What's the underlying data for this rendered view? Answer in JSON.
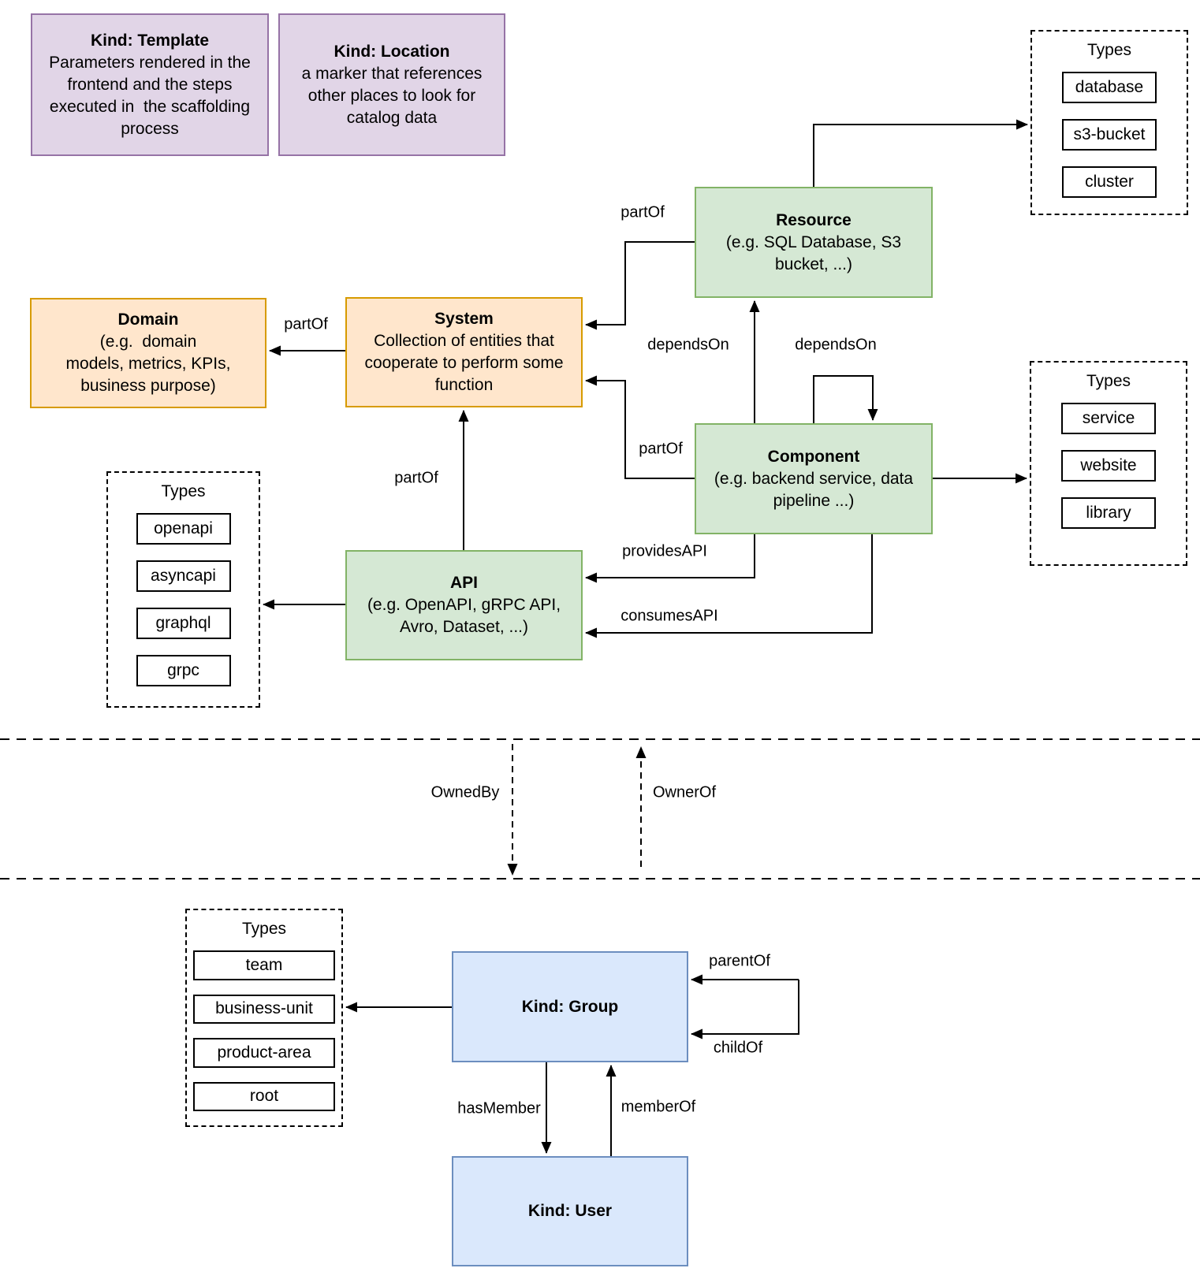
{
  "diagram": {
    "nodes": {
      "template": {
        "title": "Kind: Template",
        "body": "Parameters rendered in the\nfrontend and the steps\nexecuted in  the scaffolding\nprocess"
      },
      "location": {
        "title": "Kind: Location",
        "body": "a marker that references\nother places to look for\ncatalog data"
      },
      "resource": {
        "title": "Resource",
        "body": "(e.g. SQL Database, S3\nbucket, ...)"
      },
      "domain": {
        "title": "Domain",
        "body": "(e.g.  domain\nmodels, metrics, KPIs,\nbusiness purpose)"
      },
      "system": {
        "title": "System",
        "body": "Collection of entities that\ncooperate to perform some\nfunction"
      },
      "component": {
        "title": "Component",
        "body": "(e.g. backend service, data\npipeline ...)"
      },
      "api": {
        "title": "API",
        "body": "(e.g. OpenAPI, gRPC API,\nAvro, Dataset, ...)"
      },
      "group": {
        "title": "Kind: Group"
      },
      "user": {
        "title": "Kind: User"
      }
    },
    "type_panels": {
      "resource_types": {
        "title": "Types",
        "items": [
          "database",
          "s3-bucket",
          "cluster"
        ]
      },
      "component_types": {
        "title": "Types",
        "items": [
          "service",
          "website",
          "library"
        ]
      },
      "api_types": {
        "title": "Types",
        "items": [
          "openapi",
          "asyncapi",
          "graphql",
          "grpc"
        ]
      },
      "group_types": {
        "title": "Types",
        "items": [
          "team",
          "business-unit",
          "product-area",
          "root"
        ]
      }
    },
    "edge_labels": {
      "system_domain_partof": "partOf",
      "resource_system_partof": "partOf",
      "component_system_partof": "partOf",
      "api_system_partof": "partOf",
      "component_resource_dependson": "dependsOn",
      "component_component_dependson": "dependsOn",
      "provides_api": "providesAPI",
      "consumes_api": "consumesAPI",
      "owned_by": "OwnedBy",
      "owner_of": "OwnerOf",
      "parent_of": "parentOf",
      "child_of": "childOf",
      "has_member": "hasMember",
      "member_of": "memberOf"
    },
    "colors": {
      "purple_fill": "#e1d5e7",
      "purple_stroke": "#9673a6",
      "orange_fill": "#ffe6cc",
      "orange_stroke": "#d79b00",
      "green_fill": "#d5e8d4",
      "green_stroke": "#82b366",
      "blue_fill": "#dae8fc",
      "blue_stroke": "#6c8ebf",
      "line": "#000000",
      "background": "#ffffff"
    }
  }
}
